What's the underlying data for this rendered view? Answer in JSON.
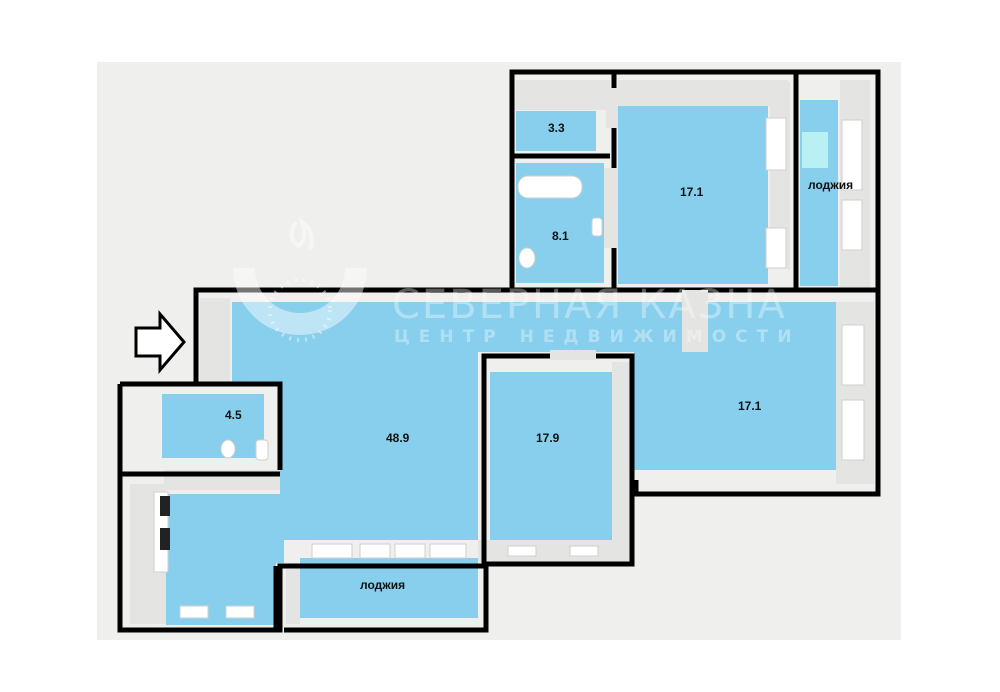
{
  "rooms": {
    "wc": "3.3",
    "bathroom": "8.1",
    "bedroom_top": "17.1",
    "loggia_right": "лоджия",
    "hall_living": "48.9",
    "room_middle": "17.9",
    "room_right": "17.1",
    "bathroom_left": "4.5",
    "loggia_bottom": "лоджия"
  },
  "watermark": {
    "name": "СЕВЕРНАЯ КАЗНА",
    "tagline": "ЦЕНТР НЕДВИЖИМОСТИ",
    "logo_icon": "flame-horseshoe-logo"
  },
  "entrance_icon": "entrance-arrow-icon",
  "colors": {
    "background": "#efefed",
    "floor": "#88cfee",
    "wall": "#000000",
    "fixture": "#ffffff"
  }
}
